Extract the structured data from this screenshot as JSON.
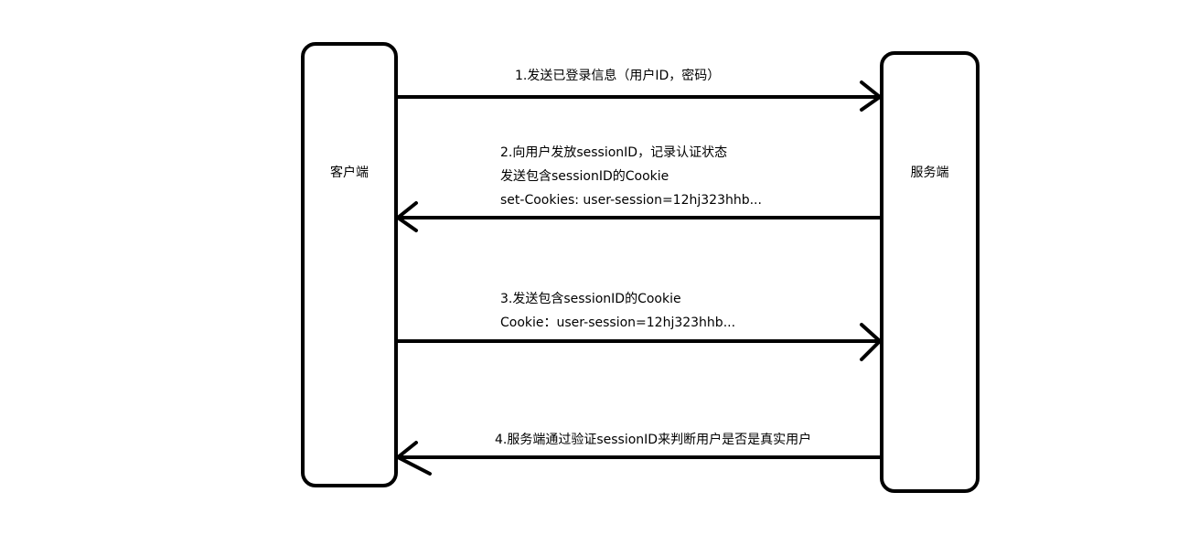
{
  "actors": {
    "client": "客户端",
    "server": "服务端"
  },
  "messages": [
    {
      "direction": "client-to-server",
      "lines": [
        "1.发送已登录信息（用户ID，密码）"
      ]
    },
    {
      "direction": "server-to-client",
      "lines": [
        "2.向用户发放sessionID，记录认证状态",
        "发送包含sessionID的Cookie",
        "set-Cookies: user-session=12hj323hhb..."
      ]
    },
    {
      "direction": "client-to-server",
      "lines": [
        "3.发送包含sessionID的Cookie",
        "Cookie：user-session=12hj323hhb..."
      ]
    },
    {
      "direction": "server-to-client",
      "lines": [
        "4.服务端通过验证sessionID来判断用户是否是真实用户"
      ]
    }
  ]
}
